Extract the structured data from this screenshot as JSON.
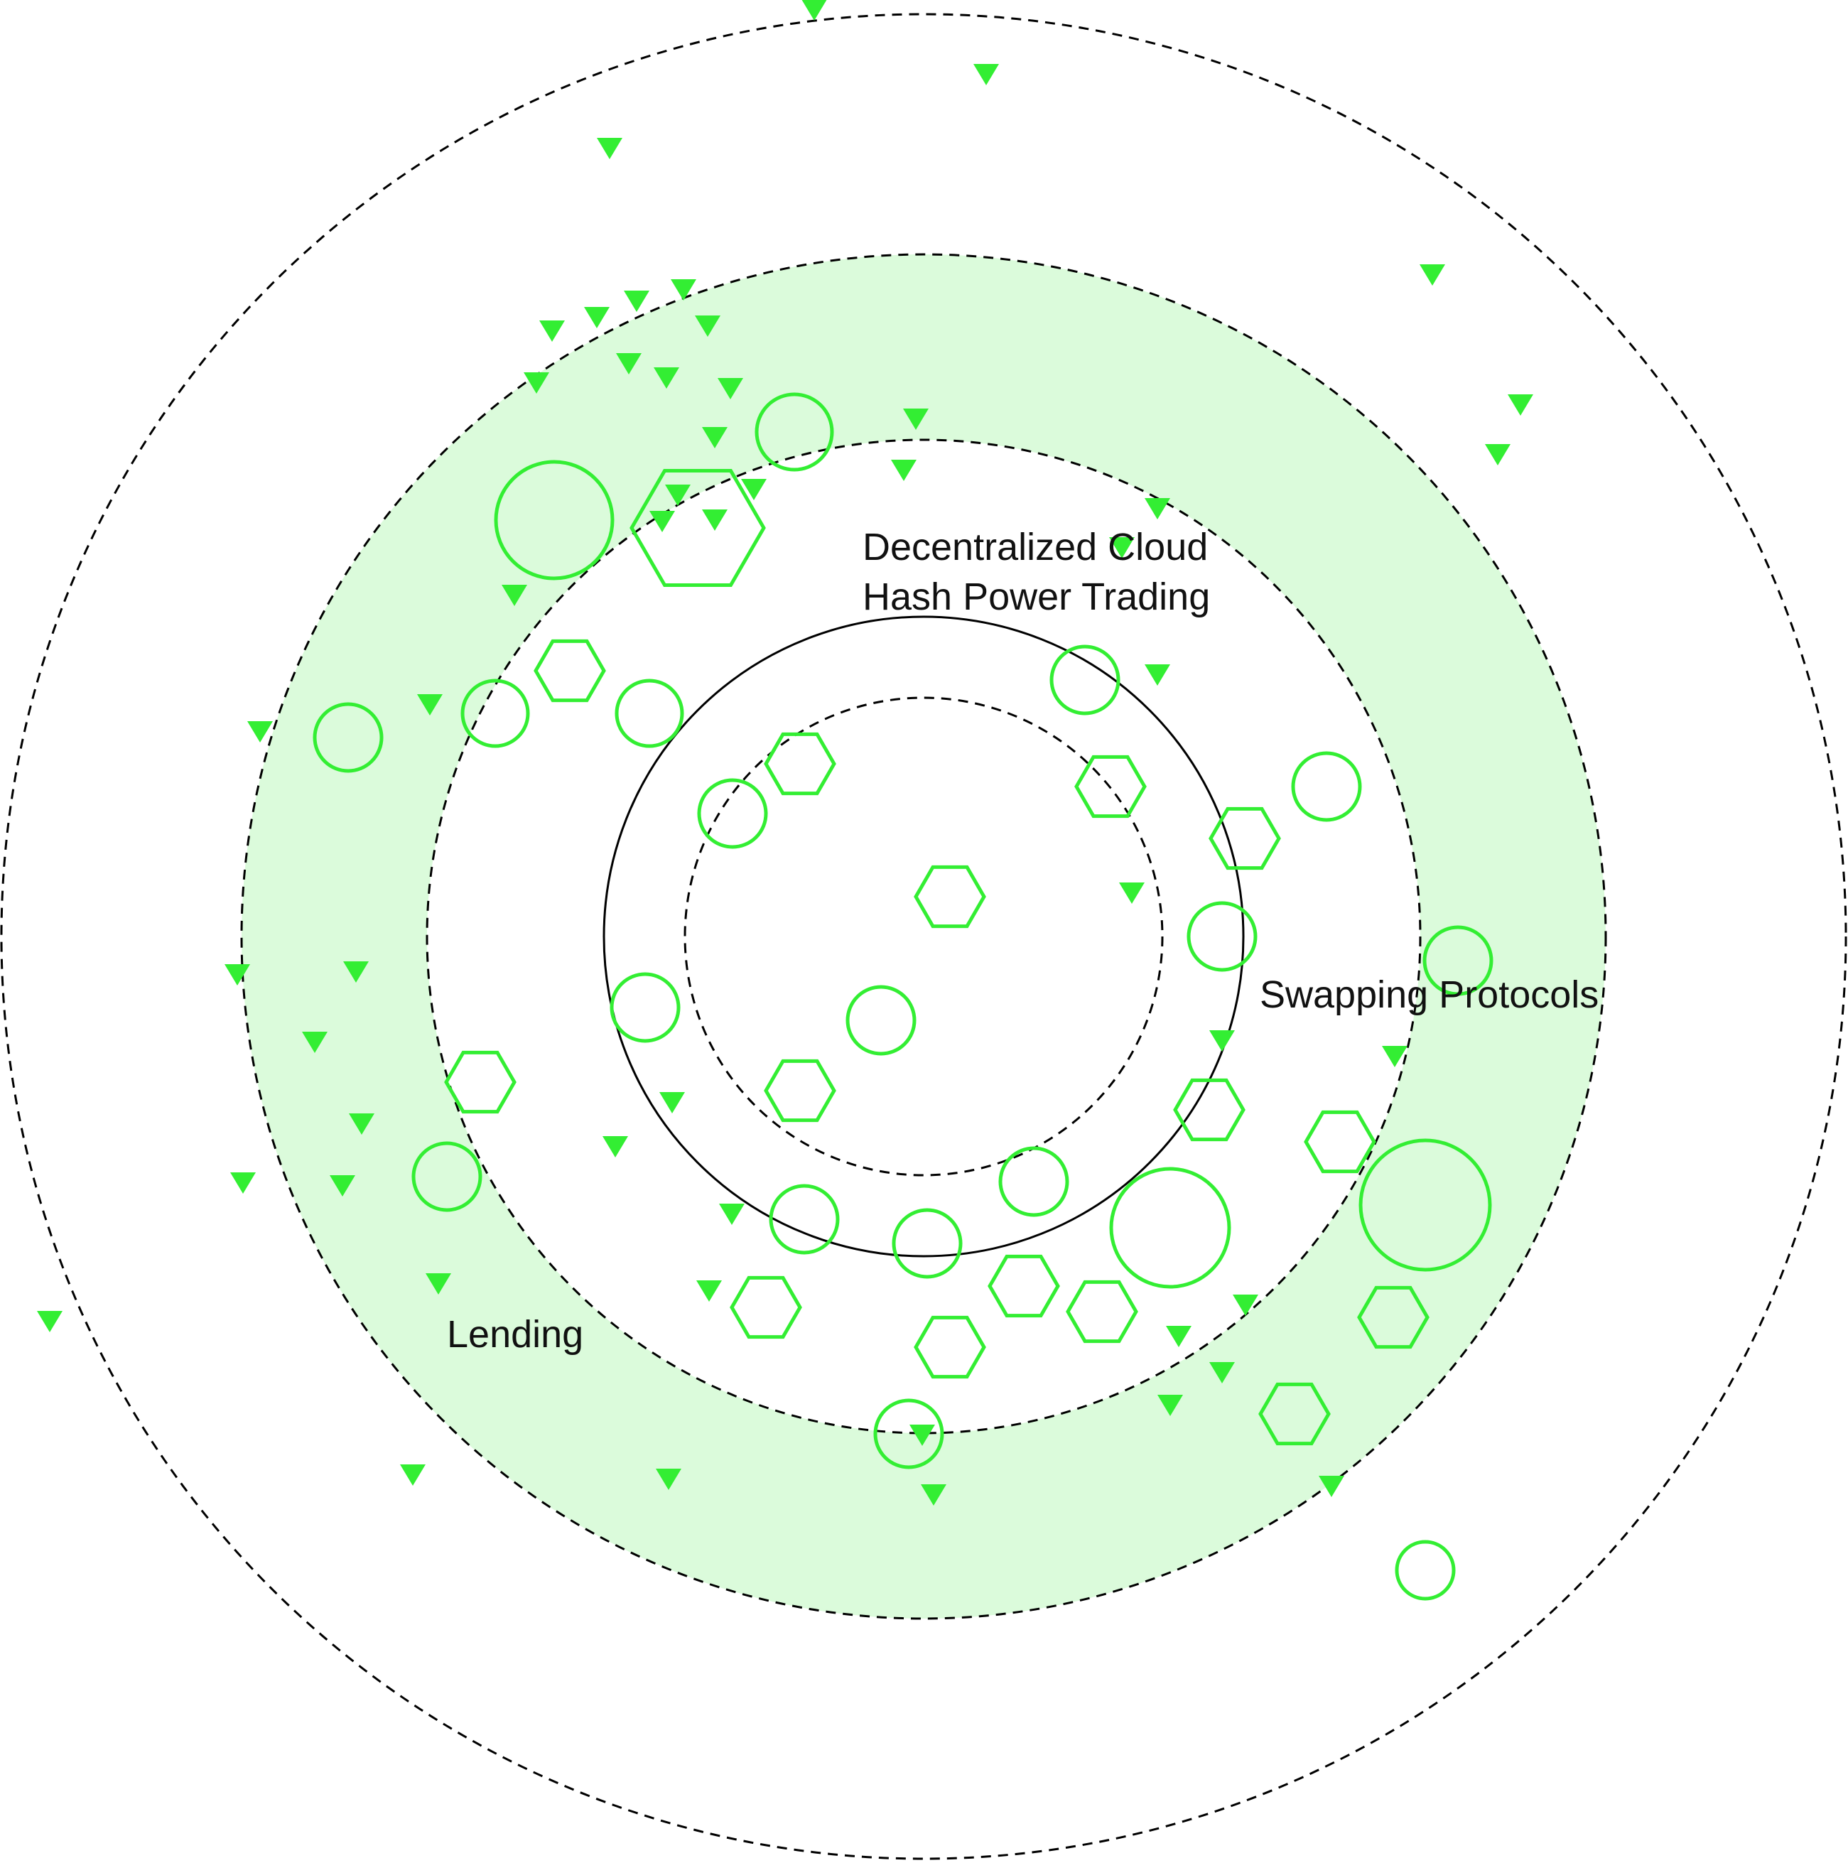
{
  "diagram": {
    "colors": {
      "background": "#ffffff",
      "band_fill": "#dbfbdb",
      "marker": "#33ee33",
      "ring": "#000000",
      "text": "#111111"
    },
    "labels": {
      "cloud_line1": "Decentralized Cloud",
      "cloud_line2": "Hash Power Trading",
      "swapping": "Swapping Protocols",
      "lending": "Lending"
    },
    "marker_shapes": [
      "circle-icon",
      "hexagon-icon",
      "triangle-icon"
    ]
  }
}
